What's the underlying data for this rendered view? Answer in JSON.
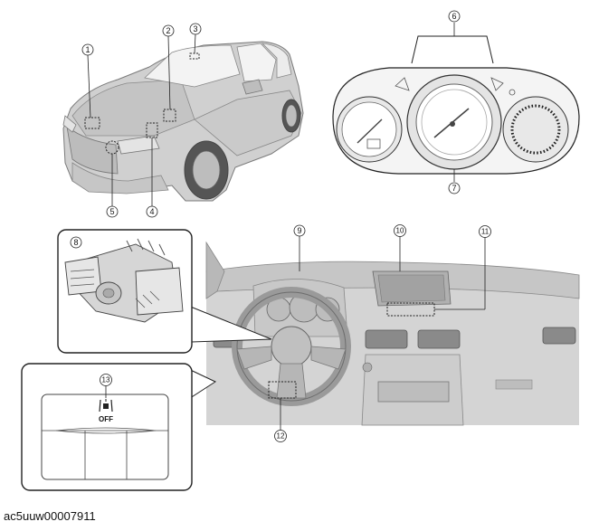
{
  "callouts": {
    "c1": "1",
    "c2": "2",
    "c3": "3",
    "c4": "4",
    "c5": "5",
    "c6": "6",
    "c7": "7",
    "c8": "8",
    "c9": "9",
    "c10": "10",
    "c11": "11",
    "c12": "12",
    "c13": "13"
  },
  "switch_label": "OFF",
  "figure_id": "ac5uuw00007911",
  "icons": [
    "car-exterior-illustration",
    "instrument-cluster-illustration",
    "combination-switch-illustration",
    "dashboard-illustration",
    "switch-panel-illustration",
    "lane-keep-off-icon"
  ]
}
